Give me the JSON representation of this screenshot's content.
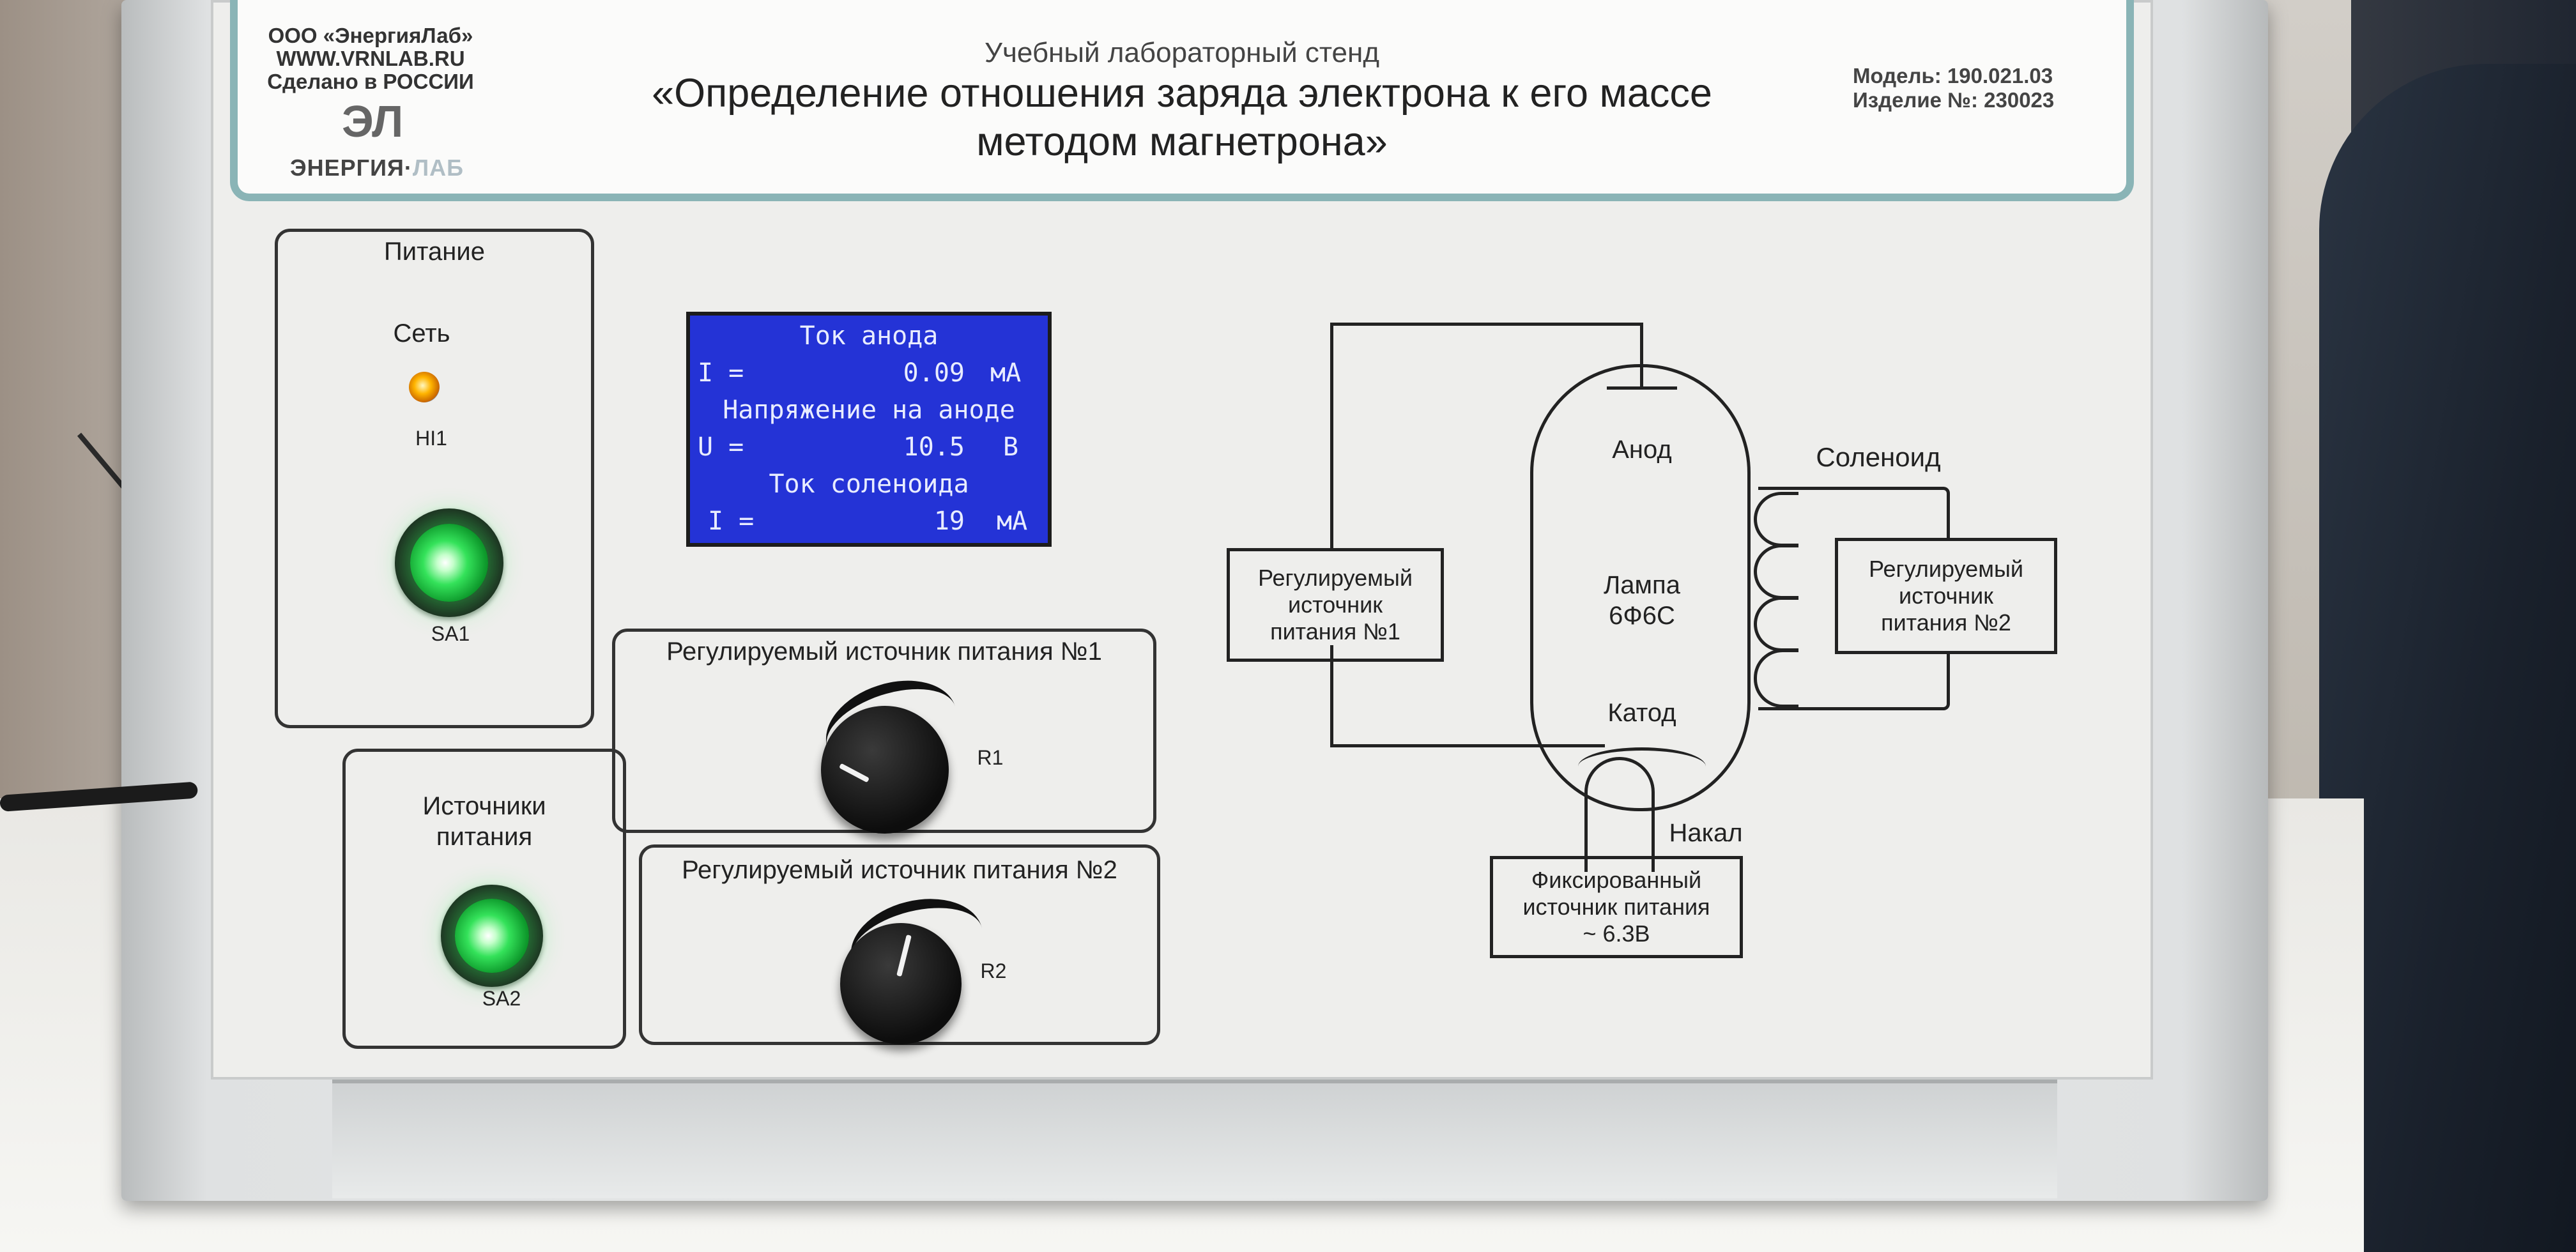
{
  "header": {
    "company_lines": [
      "ООО «ЭнергияЛаб»",
      "WWW.VRNLAB.RU",
      "Сделано в РОССИИ"
    ],
    "logo_mark": "ЭЛ",
    "logo_text_main": "ЭНЕРГИЯ·",
    "logo_text_sub": "ЛАБ",
    "subtitle": "Учебный лабораторный стенд",
    "title_line1": "«Определение отношения заряда электрона к его массе",
    "title_line2": "методом магнетрона»",
    "model": "Модель: 190.021.03",
    "serial": "Изделие №: 230023"
  },
  "power_panel": {
    "title": "Питание",
    "network_label": "Сеть",
    "indicator_label": "HI1",
    "switch_label": "SA1"
  },
  "sources_panel": {
    "title_line1": "Источники",
    "title_line2": "питания",
    "switch_label": "SA2"
  },
  "display": {
    "anode_current_title": "Ток анода",
    "anode_current_symbol": "I =",
    "anode_current_value": "0.09",
    "anode_current_unit": "мА",
    "anode_voltage_title": "Напряжение на аноде",
    "anode_voltage_symbol": "U =",
    "anode_voltage_value": "10.5",
    "anode_voltage_unit": "В",
    "solenoid_current_title": "Ток соленоида",
    "solenoid_current_symbol": "I =",
    "solenoid_current_value": "19",
    "solenoid_current_unit": "мА"
  },
  "source1": {
    "title": "Регулируемый источник питания №1",
    "knob_label": "R1"
  },
  "source2": {
    "title": "Регулируемый источник питания №2",
    "knob_label": "R2"
  },
  "schematic": {
    "anode": "Анод",
    "solenoid": "Соленоид",
    "lamp_line1": "Лампа",
    "lamp_line2": "6Ф6С",
    "cathode": "Катод",
    "heater": "Накал",
    "src1_line1": "Регулируемый",
    "src1_line2": "источник",
    "src1_line3": "питания №1",
    "src2_line1": "Регулируемый",
    "src2_line2": "источник",
    "src2_line3": "питания №2",
    "fixed_line1": "Фиксированный",
    "fixed_line2": "источник питания",
    "fixed_line3": "~ 6.3В"
  },
  "colors": {
    "header_border": "#8ab4b6",
    "lcd_background": "#2433d6",
    "led_green": "#34e25a",
    "led_yellow": "#ffb400"
  }
}
